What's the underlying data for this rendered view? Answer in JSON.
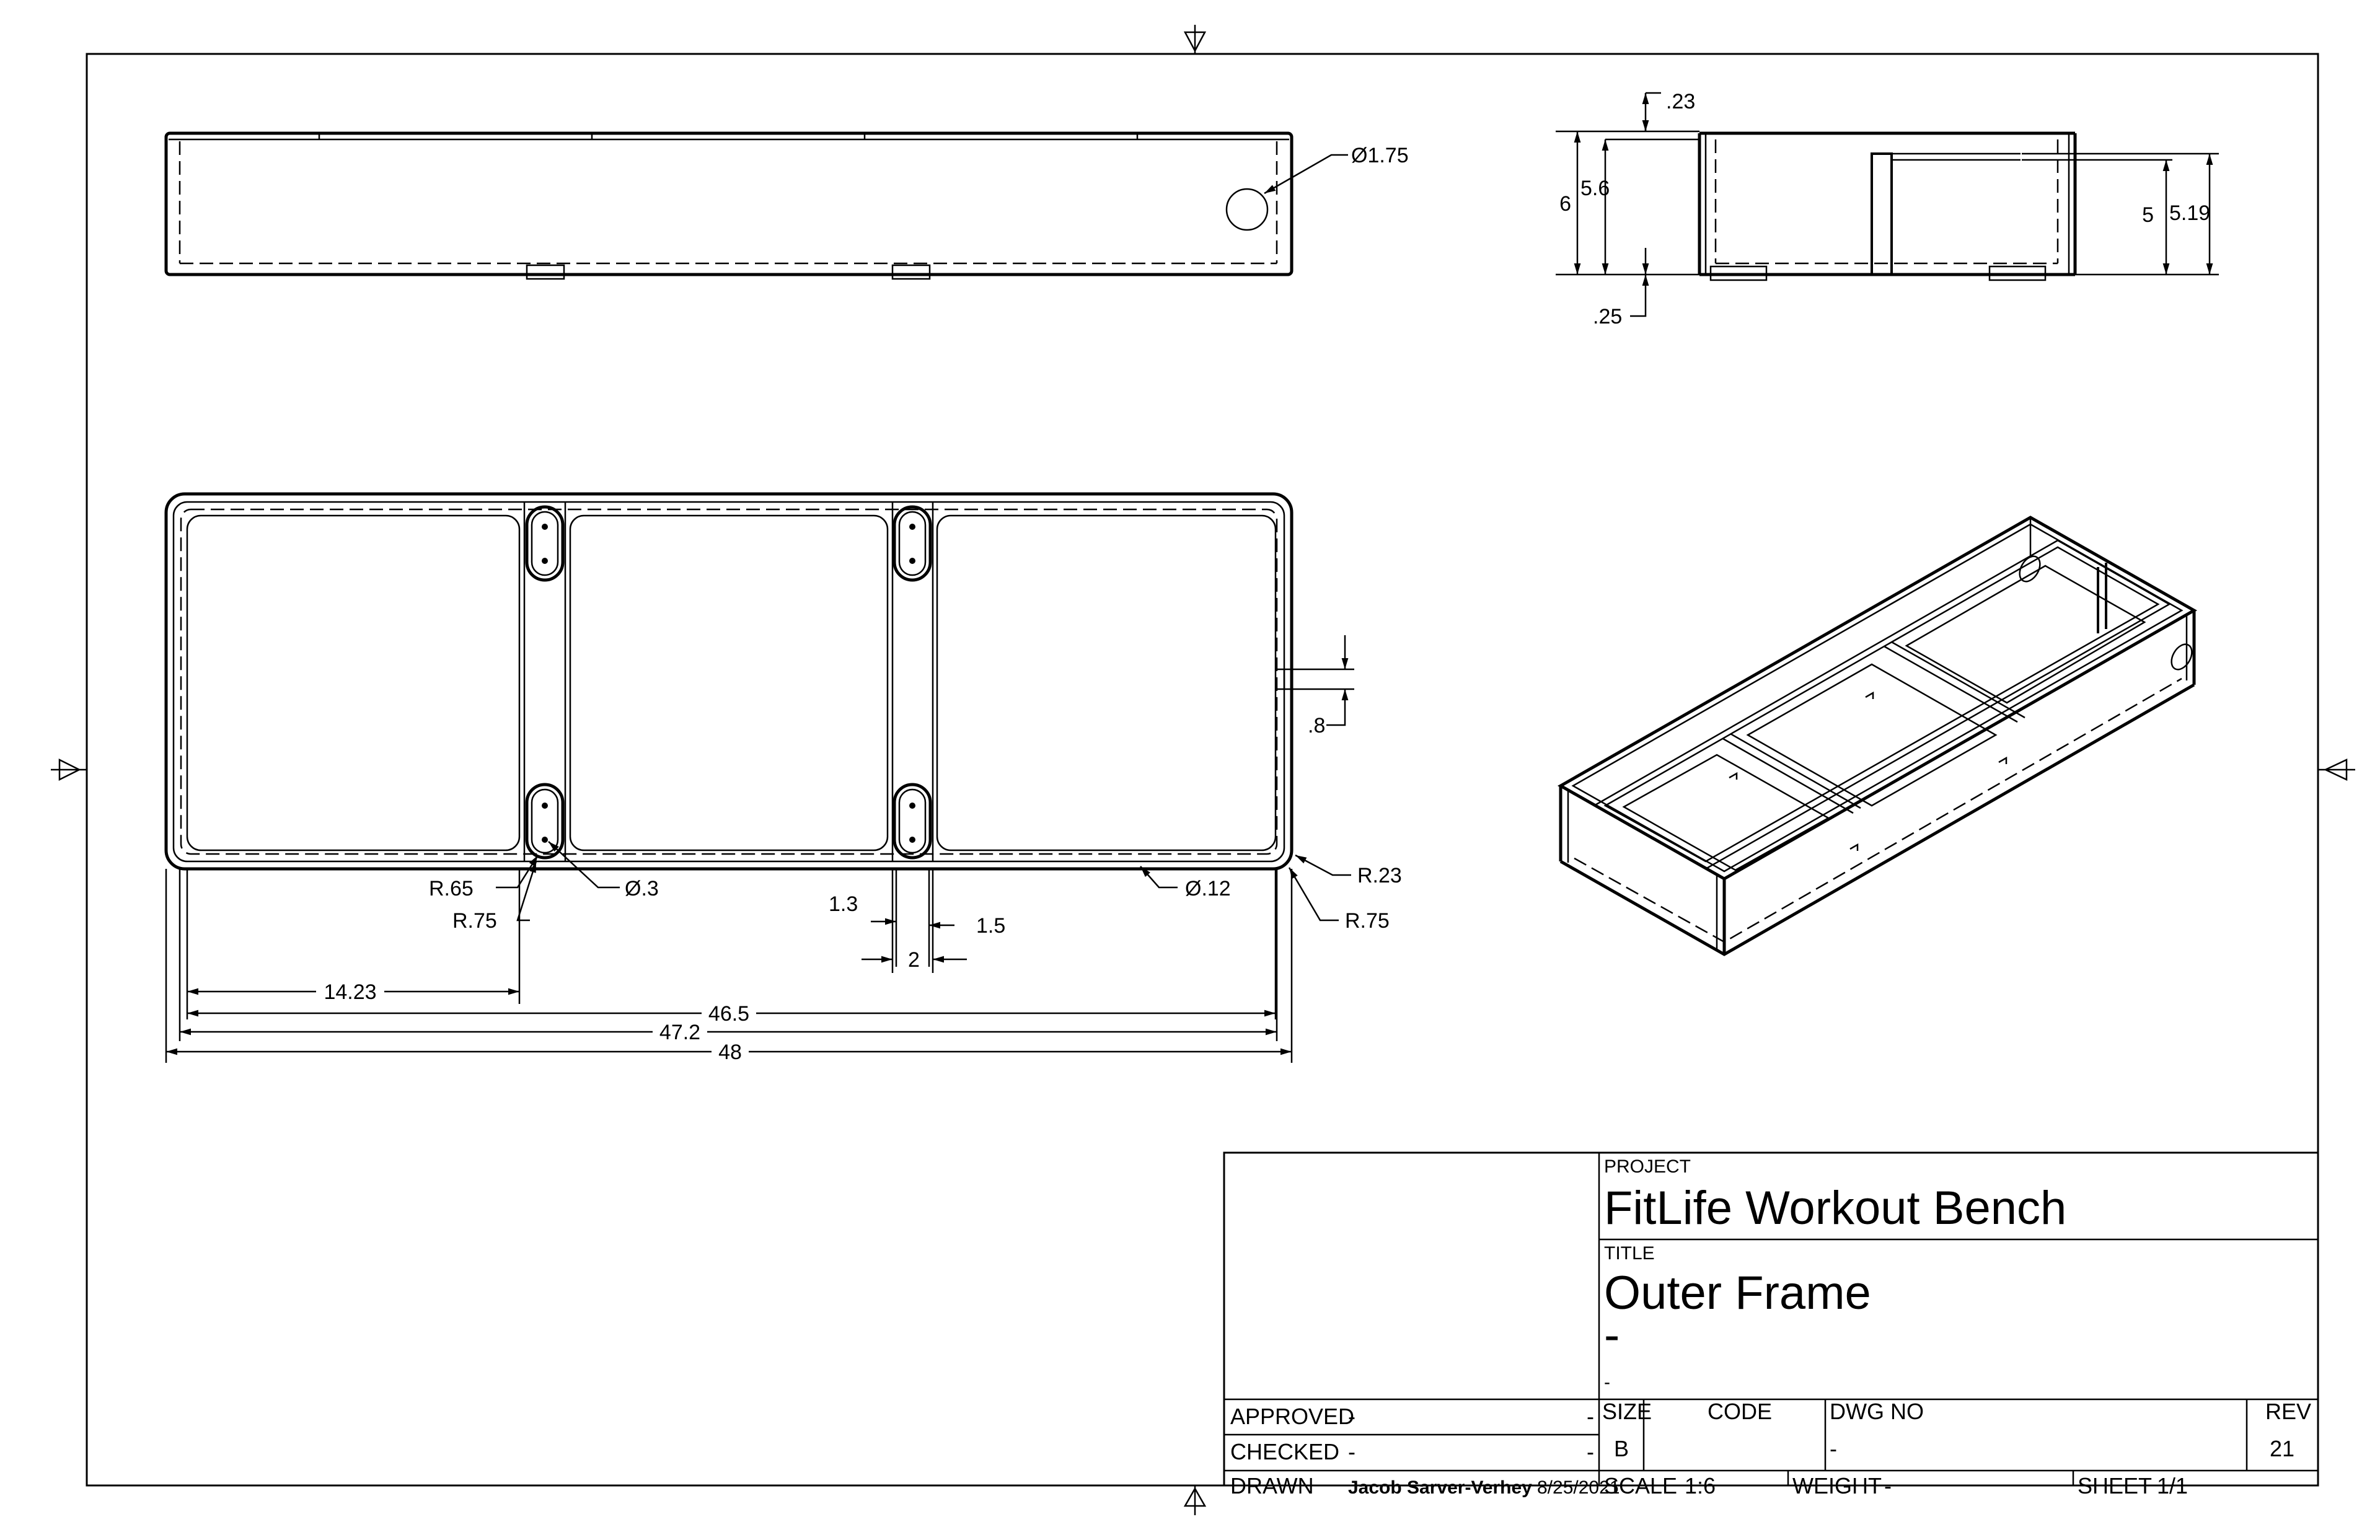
{
  "views": {
    "front": {
      "dims": {
        "hole_dia": "Ø1.75"
      }
    },
    "side": {
      "dims": {
        "top_offset": ".23",
        "overall_height": "6",
        "inner_height": "5.6",
        "divider_height": "5",
        "divider_height_total": "5.19",
        "bottom_offset": ".25"
      }
    },
    "top": {
      "dims": {
        "notch": ".8",
        "r_065": "R.65",
        "r_075_left": "R.75",
        "hole_03": "Ø.3",
        "w_13": "1.3",
        "w_15": "1.5",
        "w_2": "2",
        "hole_012": "Ø.12",
        "r_023": "R.23",
        "r_075_right": "R.75",
        "len_1423": "14.23",
        "len_465": "46.5",
        "len_472": "47.2",
        "len_48": "48"
      }
    }
  },
  "title_block": {
    "project_label": "PROJECT",
    "project": "FitLife Workout Bench",
    "title_label": "TITLE",
    "title": "Outer Frame",
    "subtitle": "-",
    "subtitle2": "-",
    "approved_label": "APPROVED",
    "approved": "-",
    "approved_date": "-",
    "checked_label": "CHECKED",
    "checked": "-",
    "checked_date": "-",
    "drawn_label": "DRAWN",
    "drawn_by": "Jacob Sarver-Verhey",
    "drawn_date": "8/25/2021",
    "size_label": "SIZE",
    "size": "B",
    "code_label": "CODE",
    "dwg_no_label": "DWG NO",
    "dwg_no": "-",
    "rev_label": "REV",
    "rev": "21",
    "scale_label": "SCALE",
    "scale": "1:6",
    "weight_label": "WEIGHT",
    "weight": "-",
    "sheet_label": "SHEET",
    "sheet": "1/1"
  }
}
